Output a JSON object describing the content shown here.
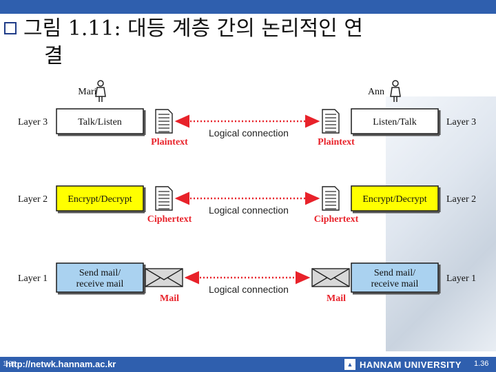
{
  "slide": {
    "title_line1": "그림 1.11: 대등 계층 간의 논리적인 연",
    "title_line2": "결"
  },
  "diagram": {
    "left_person": "Maria",
    "right_person": "Ann",
    "layers": [
      {
        "label": "Layer 3",
        "left_box": [
          "Talk/Listen"
        ],
        "right_box": [
          "Listen/Talk"
        ],
        "box_color": "#ffffff",
        "packet_icon": "document-icon",
        "left_packet_label": "Plaintext",
        "right_packet_label": "Plaintext",
        "connection_label": "Logical connection"
      },
      {
        "label": "Layer 2",
        "left_box": [
          "Encrypt/Decrypt"
        ],
        "right_box": [
          "Encrypt/Decrypt"
        ],
        "box_color": "#ffff00",
        "packet_icon": "document-icon",
        "left_packet_label": "Ciphertext",
        "right_packet_label": "Ciphertext",
        "connection_label": "Logical connection"
      },
      {
        "label": "Layer 1",
        "left_box": [
          "Send mail/",
          "receive mail"
        ],
        "right_box": [
          "Send mail/",
          "receive mail"
        ],
        "box_color": "#aad2f0",
        "packet_icon": "envelope-icon",
        "left_packet_label": "Mail",
        "right_packet_label": "Mail",
        "connection_label": "Logical connection"
      }
    ],
    "colors": {
      "accent_red": "#e8222a",
      "arrow_dot": "#e8222a",
      "box_border": "#1a1a1a"
    }
  },
  "footer": {
    "url": "http://netwk.hannam.ac.kr",
    "university": "HANNAM UNIVERSITY",
    "page_number": "1.36",
    "page_number_left": "1.36"
  }
}
